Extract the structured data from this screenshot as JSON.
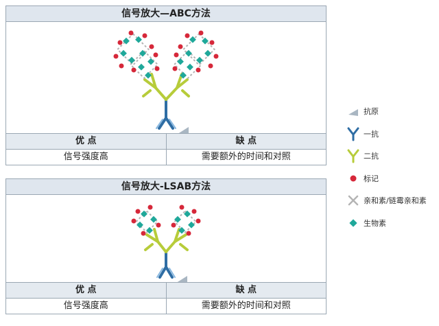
{
  "panels": [
    {
      "title": "信号放大—ABC方法",
      "pros_header": "优 点",
      "cons_header": "缺 点",
      "pros": "信号强度高",
      "cons": "需要额外的时间和对照"
    },
    {
      "title": "信号放大-LSAB方法",
      "pros_header": "优 点",
      "cons_header": "缺 点",
      "pros": "信号强度高",
      "cons": "需要额外的时间和对照"
    }
  ],
  "legend": [
    {
      "icon": "antigen-icon",
      "label": "抗原",
      "color": "#a9b6c2"
    },
    {
      "icon": "primary-antibody-icon",
      "label": "一抗",
      "color": "#2e6da4"
    },
    {
      "icon": "secondary-antibody-icon",
      "label": "二抗",
      "color": "#b7cc3a"
    },
    {
      "icon": "label-icon",
      "label": "标记",
      "color": "#d6283a"
    },
    {
      "icon": "avidin-icon",
      "label": "亲和素/链霉亲和素",
      "color": "#b4b4b4"
    },
    {
      "icon": "biotin-icon",
      "label": "生物素",
      "color": "#1fa89a"
    }
  ]
}
